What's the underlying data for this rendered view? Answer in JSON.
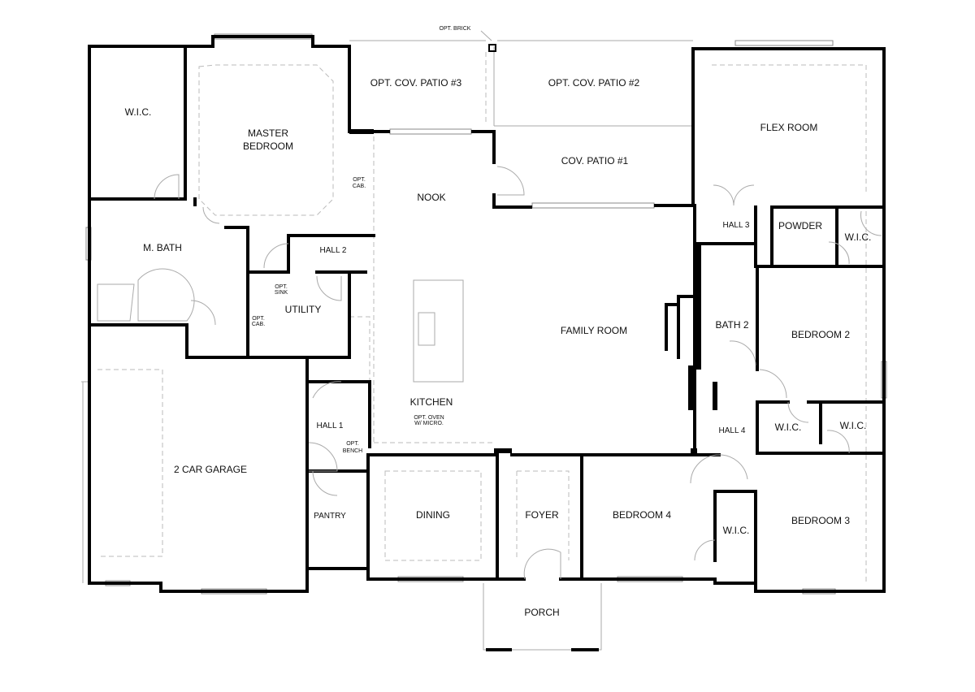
{
  "rooms": {
    "wic_master": "W.I.C.",
    "master_bedroom_1": "MASTER",
    "master_bedroom_2": "BEDROOM",
    "opt_cov_patio_3": "OPT. COV. PATIO #3",
    "opt_cov_patio_2": "OPT. COV. PATIO #2",
    "cov_patio_1": "COV. PATIO #1",
    "flex_room": "FLEX ROOM",
    "nook": "NOOK",
    "hall_2": "HALL 2",
    "m_bath": "M. BATH",
    "utility": "UTILITY",
    "hall_3": "HALL 3",
    "powder": "POWDER",
    "wic_flex": "W.I.C.",
    "bath_2": "BATH 2",
    "family_room": "FAMILY ROOM",
    "bedroom_2": "BEDROOM 2",
    "kitchen": "KITCHEN",
    "hall_1": "HALL 1",
    "hall_4": "HALL 4",
    "wic_bed2_a": "W.I.C.",
    "wic_bed2_b": "W.I.C.",
    "garage": "2 CAR GARAGE",
    "pantry": "PANTRY",
    "dining": "DINING",
    "foyer": "FOYER",
    "bedroom_4": "BEDROOM 4",
    "wic_bed4": "W.I.C.",
    "bedroom_3": "BEDROOM 3",
    "porch": "PORCH"
  },
  "notes": {
    "opt_brick": "OPT. BRICK",
    "opt_cab_nook_1": "OPT.",
    "opt_cab_nook_2": "CAB.",
    "opt_sink_1": "OPT.",
    "opt_sink_2": "SINK",
    "opt_cab_util_1": "OPT.",
    "opt_cab_util_2": "CAB.",
    "opt_oven_1": "OPT. OVEN",
    "opt_oven_2": "W/ MICRO.",
    "opt_bench_1": "OPT.",
    "opt_bench_2": "BENCH"
  }
}
